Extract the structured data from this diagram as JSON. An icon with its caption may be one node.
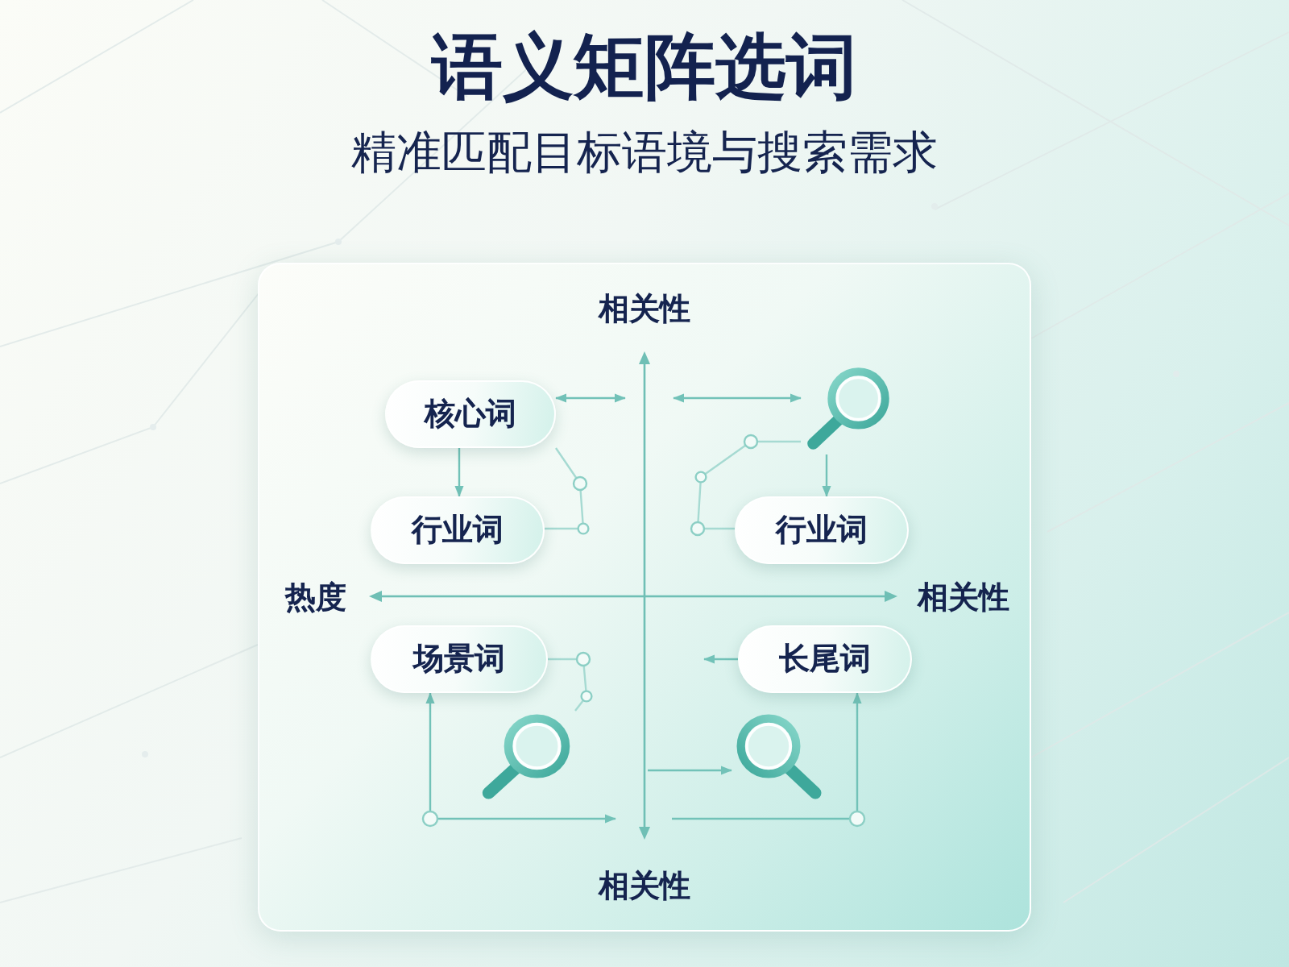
{
  "diagram": {
    "title": "语义矩阵选词",
    "nodes": [
      {
        "text": [
          "核心词"
        ]
      },
      {
        "text": [],
        "shape": "picture"
      },
      {
        "text": [
          "行业词"
        ]
      },
      {
        "text": [
          "行业词"
        ]
      },
      {
        "text": [
          "场景词"
        ]
      },
      {
        "text": [
          "长尾词"
        ]
      },
      {
        "text": [],
        "shape": "picture"
      },
      {
        "text": [],
        "shape": "picture"
      }
    ],
    "edges": [
      {
        "from": 0,
        "to": null,
        "arrow": "both"
      },
      {
        "from": null,
        "to": 1,
        "arrow": "both"
      },
      {
        "from": 0,
        "to": 2,
        "arrow": "to"
      },
      {
        "from": 0,
        "to": 2,
        "arrow": "none",
        "color": "#a6dad2"
      },
      {
        "from": 1,
        "to": 3,
        "arrow": "to"
      },
      {
        "from": 1,
        "to": 3,
        "arrow": "none",
        "color": "#a6dad2"
      },
      {
        "from": null,
        "to": 4,
        "arrow": "both"
      },
      {
        "from": 4,
        "to": 6,
        "arrow": "none",
        "color": "#a6dad2"
      },
      {
        "from": 5,
        "to": null,
        "arrow": "to"
      },
      {
        "from": null,
        "to": 7,
        "arrow": "to"
      },
      {
        "from": null,
        "to": 5,
        "arrow": "to"
      }
    ],
    "labels": [
      "精准匹配目标语境与搜索需求",
      "相关性",
      "热度",
      "相关性",
      "相关性"
    ]
  }
}
